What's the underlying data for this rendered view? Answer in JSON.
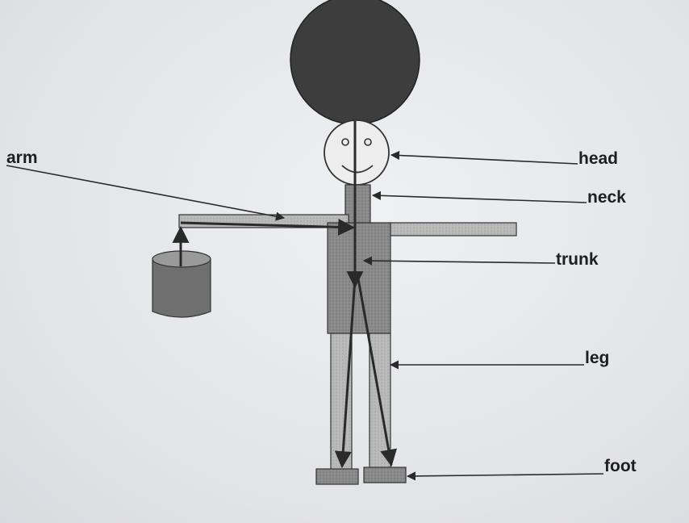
{
  "labels": {
    "arm": "arm",
    "head": "head",
    "neck": "neck",
    "trunk": "trunk",
    "leg": "leg",
    "foot": "foot"
  },
  "colors": {
    "ink": "#2a2a2a",
    "body_fill": "#8c8c8c",
    "limb_fill": "#b5b5b5",
    "head_fill": "#3a3a3a",
    "bucket_fill": "#6e6e6e"
  }
}
